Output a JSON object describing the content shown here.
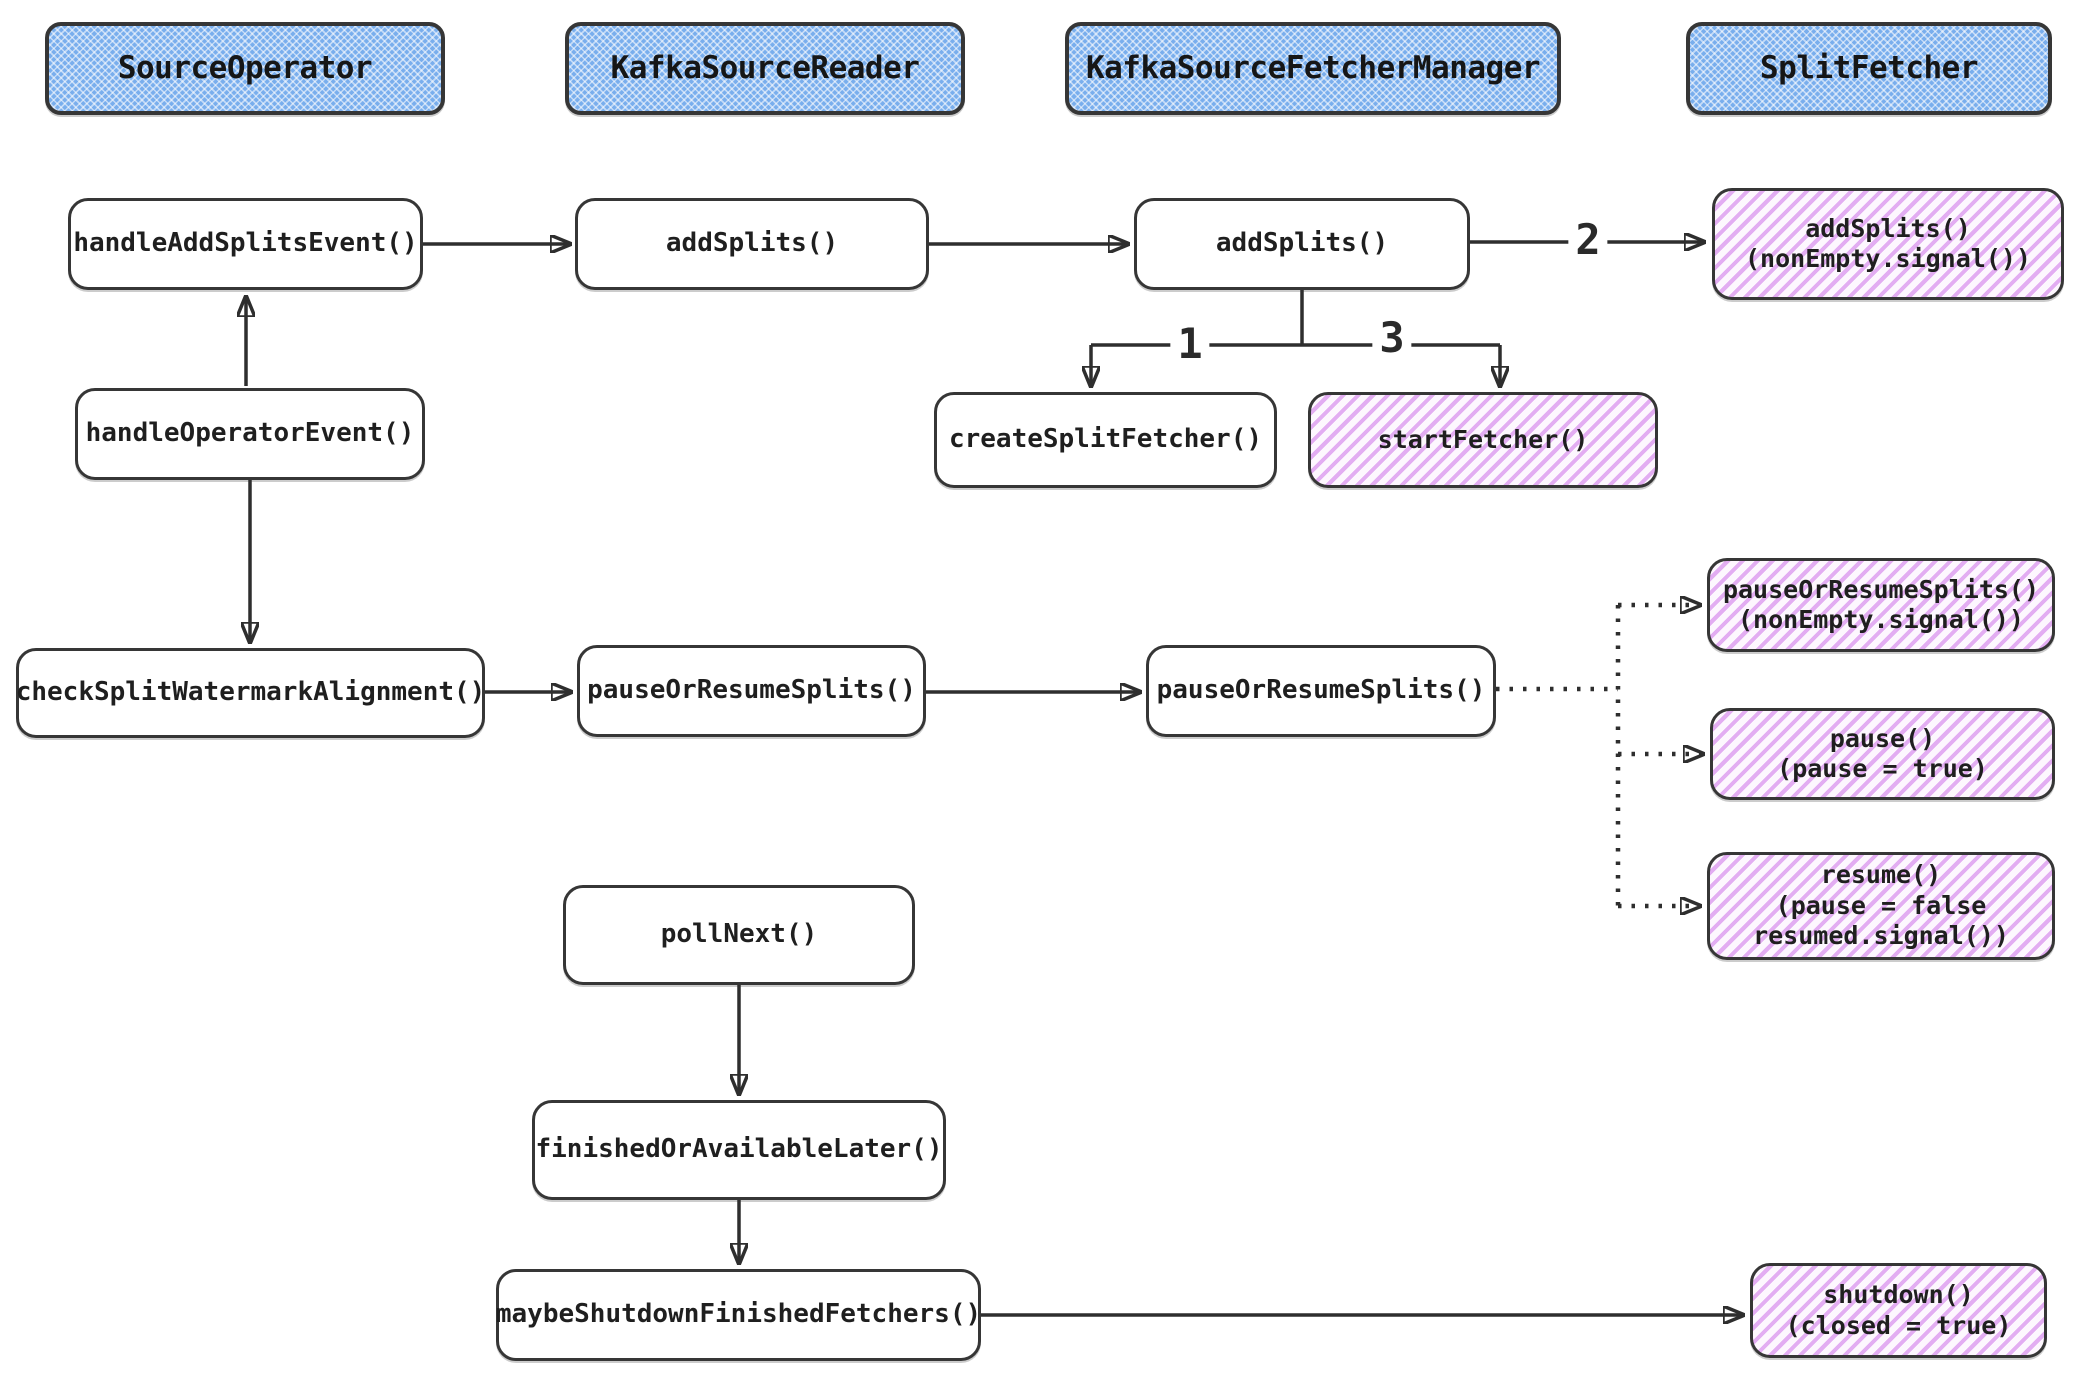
{
  "diagram": {
    "columns": [
      {
        "label": "SourceOperator"
      },
      {
        "label": "KafkaSourceReader"
      },
      {
        "label": "KafkaSourceFetcherManager"
      },
      {
        "label": "SplitFetcher"
      }
    ],
    "nodes": {
      "handleAddSplitsEvent": {
        "label": "handleAddSplitsEvent()"
      },
      "addSplitsReader": {
        "label": "addSplits()"
      },
      "addSplitsManager": {
        "label": "addSplits()"
      },
      "addSplitsFetcher": {
        "lines": [
          "addSplits()",
          "(nonEmpty.signal())"
        ]
      },
      "createSplitFetcher": {
        "label": "createSplitFetcher()"
      },
      "startFetcher": {
        "label": "startFetcher()"
      },
      "handleOperatorEvent": {
        "label": "handleOperatorEvent()"
      },
      "checkSplitWatermarkAlignment": {
        "label": "checkSplitWatermarkAlignment()"
      },
      "pauseOrResumeSplitsReader": {
        "label": "pauseOrResumeSplits()"
      },
      "pauseOrResumeSplitsManager": {
        "label": "pauseOrResumeSplits()"
      },
      "pauseOrResumeSplitsFetcher": {
        "lines": [
          "pauseOrResumeSplits()",
          "(nonEmpty.signal())"
        ]
      },
      "pauseFetcher": {
        "lines": [
          "pause()",
          "(pause = true)"
        ]
      },
      "resumeFetcher": {
        "lines": [
          "resume()",
          "(pause = false",
          "resumed.signal())"
        ]
      },
      "pollNext": {
        "label": "pollNext()"
      },
      "finishedOrAvailableLater": {
        "label": "finishedOrAvailableLater()"
      },
      "maybeShutdownFinishedFetchers": {
        "label": "maybeShutdownFinishedFetchers()"
      },
      "shutdownFetcher": {
        "lines": [
          "shutdown()",
          "(closed = true)"
        ]
      }
    },
    "edge_labels": {
      "step1": "1",
      "step2": "2",
      "step3": "3"
    },
    "colors": {
      "class_box_fill": "#79aeed",
      "call_box_fill": "#ffffff",
      "signal_box_stripe": "#dea0f0",
      "line": "#2e2e2e"
    }
  }
}
